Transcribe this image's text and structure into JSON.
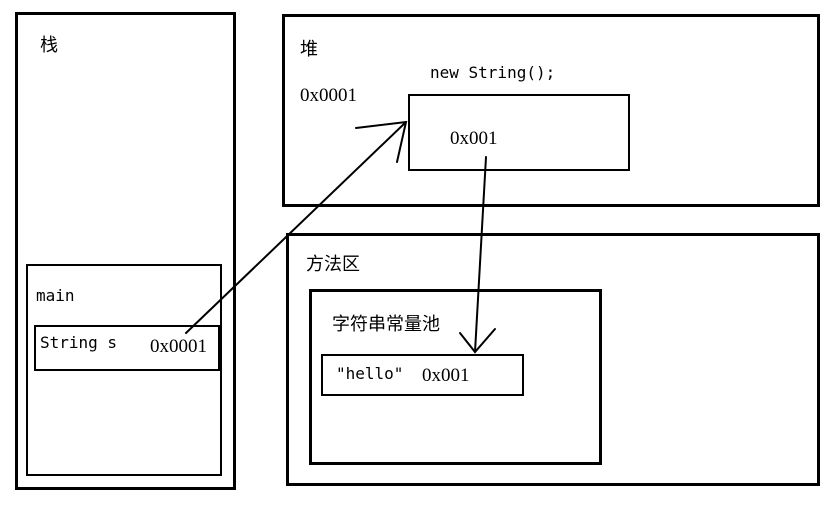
{
  "stack": {
    "title": "栈",
    "frame": {
      "title": "main",
      "variable": {
        "declaration": "String s",
        "value": "0x0001"
      }
    }
  },
  "heap": {
    "title": "堆",
    "address": "0x0001",
    "object": {
      "expression": "new String();",
      "value": "0x001"
    }
  },
  "method_area": {
    "title": "方法区",
    "string_pool": {
      "title": "字符串常量池",
      "entry": {
        "literal": "\"hello\"",
        "address": "0x001"
      }
    }
  }
}
